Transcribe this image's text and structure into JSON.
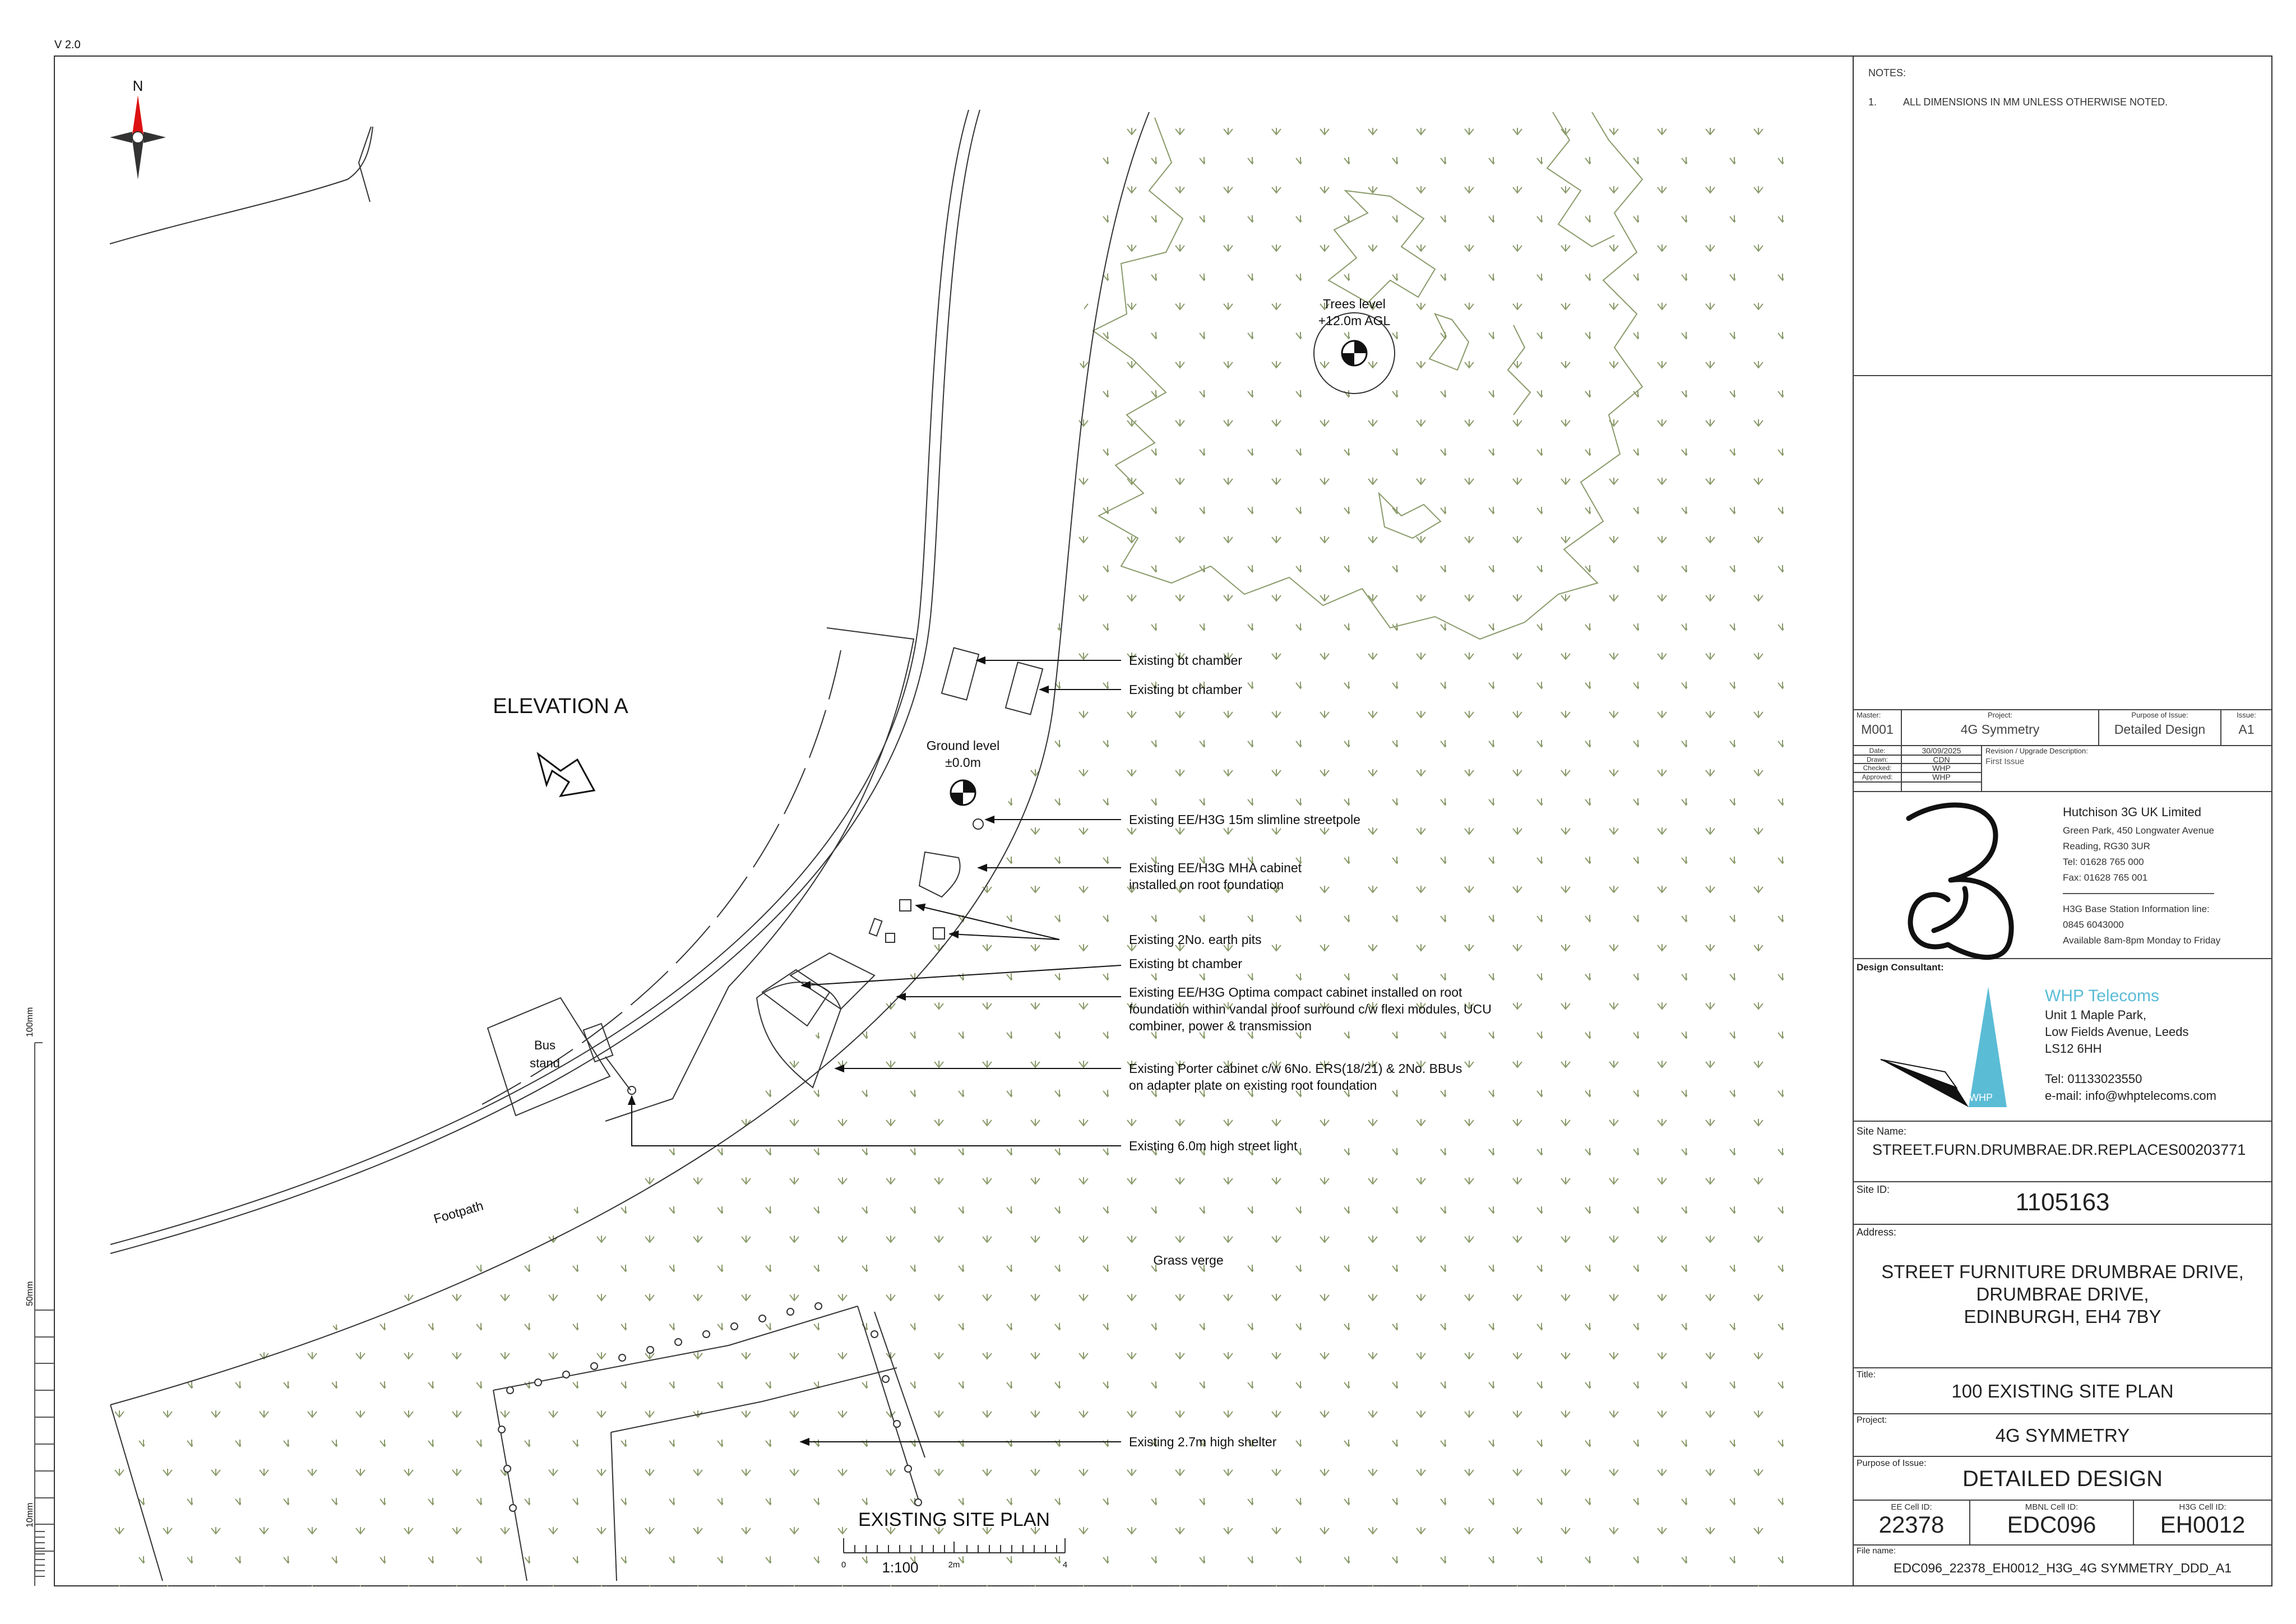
{
  "version": "V 2.0",
  "north": "N",
  "notes": {
    "heading": "NOTES:",
    "items": [
      {
        "num": "1.",
        "text": "ALL DIMENSIONS IN MM UNLESS OTHERWISE NOTED."
      }
    ]
  },
  "plan": {
    "elevation_label": "ELEVATION A",
    "trees_level": [
      "Trees level",
      "+12.0m AGL"
    ],
    "ground_level": [
      "Ground level",
      "±0.0m"
    ],
    "bus_stand": [
      "Bus",
      "stand"
    ],
    "footpath": "Footpath",
    "grass_verge": "Grass verge",
    "title": "EXISTING SITE PLAN",
    "scale": "1:100",
    "scale_ticks": [
      "0",
      "2m",
      "4"
    ],
    "ruler_marks": [
      "100mm",
      "50mm",
      "10mm"
    ],
    "callouts": [
      [
        "Existing bt chamber"
      ],
      [
        "Existing bt chamber"
      ],
      [
        "Existing EE/H3G 15m slimline streetpole"
      ],
      [
        "Existing EE/H3G MHA cabinet",
        "installed on root foundation"
      ],
      [
        "Existing 2No. earth pits"
      ],
      [
        "Existing bt chamber"
      ],
      [
        "Existing EE/H3G Optima compact cabinet installed on root",
        "foundation within vandal proof surround c/w flexi modules, UCU",
        "combiner, power & transmission"
      ],
      [
        "Existing Porter cabinet  c/w 6No. ERS(18/21) & 2No. BBUs",
        "on adapter plate on existing root foundation"
      ],
      [
        "Existing 6.0m high street light"
      ],
      [
        "Existing 2.7m high shelter"
      ]
    ]
  },
  "title_block": {
    "master_label": "Master:",
    "master": "M001",
    "project_label": "Project:",
    "project": "4G Symmetry",
    "purpose_label": "Purpose of Issue:",
    "purpose": "Detailed Design",
    "issue_label": "Issue:",
    "issue": "A1",
    "date_label": "Date:",
    "date": "30/09/2025",
    "drawn_label": "Drawn:",
    "drawn": "CDN",
    "checked_label": "Checked:",
    "checked": "WHP",
    "approved_label": "Approved:",
    "approved": "WHP",
    "revision_label": "Revision / Upgrade Description:",
    "revision": "First Issue",
    "client": {
      "name": "Hutchison 3G UK Limited",
      "address": [
        "Green Park, 450 Longwater Avenue",
        "Reading, RG30 3UR"
      ],
      "tel": "Tel: 01628 765 000",
      "fax": "Fax: 01628 765 001",
      "info_line_label": "H3G Base Station Information line:",
      "info_line": "0845 6043000",
      "hours": "Available 8am-8pm Monday to Friday"
    },
    "consultant_label": "Design Consultant:",
    "consultant": {
      "name": "WHP Telecoms",
      "address": [
        "Unit 1 Maple Park,",
        "Low Fields Avenue, Leeds",
        "LS12 6HH"
      ],
      "tel": "Tel: 01133023550",
      "email": "e-mail: info@whptelecoms.com",
      "logo_text": "WHP"
    },
    "site_name_label": "Site Name:",
    "site_name": "STREET.FURN.DRUMBRAE.DR.REPLACES00203771",
    "site_id_label": "Site ID:",
    "site_id": "1105163",
    "address_label": "Address:",
    "address": [
      "STREET FURNITURE DRUMBRAE DRIVE,",
      "DRUMBRAE DRIVE,",
      "EDINBURGH, EH4 7BY"
    ],
    "title_label": "Title:",
    "title": "100 EXISTING SITE PLAN",
    "project2_label": "Project:",
    "project2": "4G SYMMETRY",
    "purpose2_label": "Purpose of Issue:",
    "purpose2": "DETAILED DESIGN",
    "ee_cell_label": "EE Cell ID:",
    "ee_cell": "22378",
    "mbnl_cell_label": "MBNL Cell ID:",
    "mbnl_cell": "EDC096",
    "h3g_cell_label": "H3G Cell ID:",
    "h3g_cell": "EH0012",
    "file_name_label": "File name:",
    "file_name": "EDC096_22378_EH0012_H3G_4G SYMMETRY_DDD_A1"
  },
  "colors": {
    "vegetation": "#8a9a6a",
    "whp_blue": "#5bbcd6",
    "line": "#333333"
  }
}
